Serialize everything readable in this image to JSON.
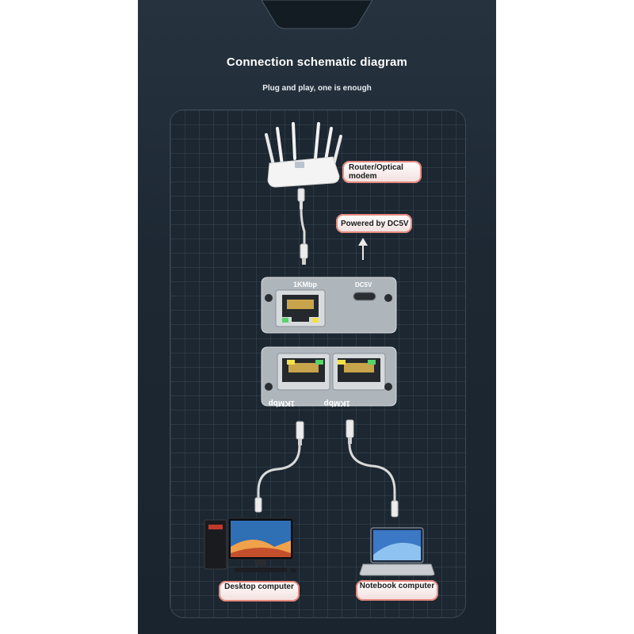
{
  "header": {
    "title": "Connection schematic diagram",
    "subtitle": "Plug and play, one is enough"
  },
  "labels": {
    "router": "Router/Optical modem",
    "power": "Powered by DC5V",
    "desktop": "Desktop computer",
    "notebook": "Notebook computer"
  },
  "device": {
    "top_port_label": "1KMbp",
    "dc_label": "DC5V",
    "bottom_port_label_left": "1KMbp",
    "bottom_port_label_right": "1KMbp"
  }
}
